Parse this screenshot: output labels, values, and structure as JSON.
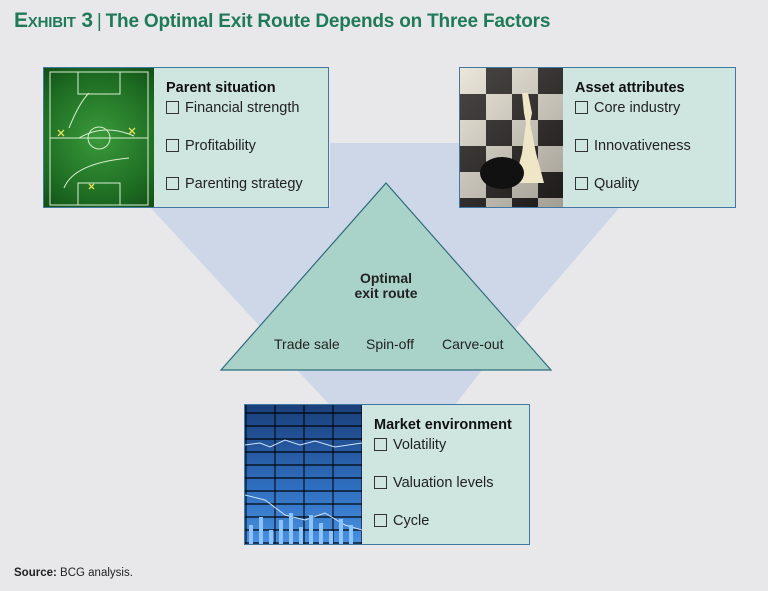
{
  "title": {
    "exhibit": "Exhibit 3",
    "separator": "|",
    "text": "The Optimal Exit Route Depends on Three Factors"
  },
  "parent": {
    "heading": "Parent situation",
    "items": [
      "Financial strength",
      "Profitability",
      "Parenting strategy"
    ],
    "image": "soccer-tactics-board"
  },
  "asset": {
    "heading": "Asset attributes",
    "items": [
      "Core industry",
      "Innovativeness",
      "Quality"
    ],
    "image": "chess-pieces"
  },
  "market": {
    "heading": "Market environment",
    "items": [
      "Volatility",
      "Valuation levels",
      "Cycle"
    ],
    "image": "stock-ticker-board"
  },
  "center": {
    "heading_line1": "Optimal",
    "heading_line2": "exit route",
    "options": [
      "Trade sale",
      "Spin-off",
      "Carve-out"
    ]
  },
  "source": {
    "label": "Source:",
    "text": "BCG analysis."
  },
  "colors": {
    "title": "#1f7a58",
    "funnel": "#cdd7e8",
    "triangle": "#a9d3c8",
    "box": "#cfe5e0",
    "border": "#3f78a2"
  }
}
